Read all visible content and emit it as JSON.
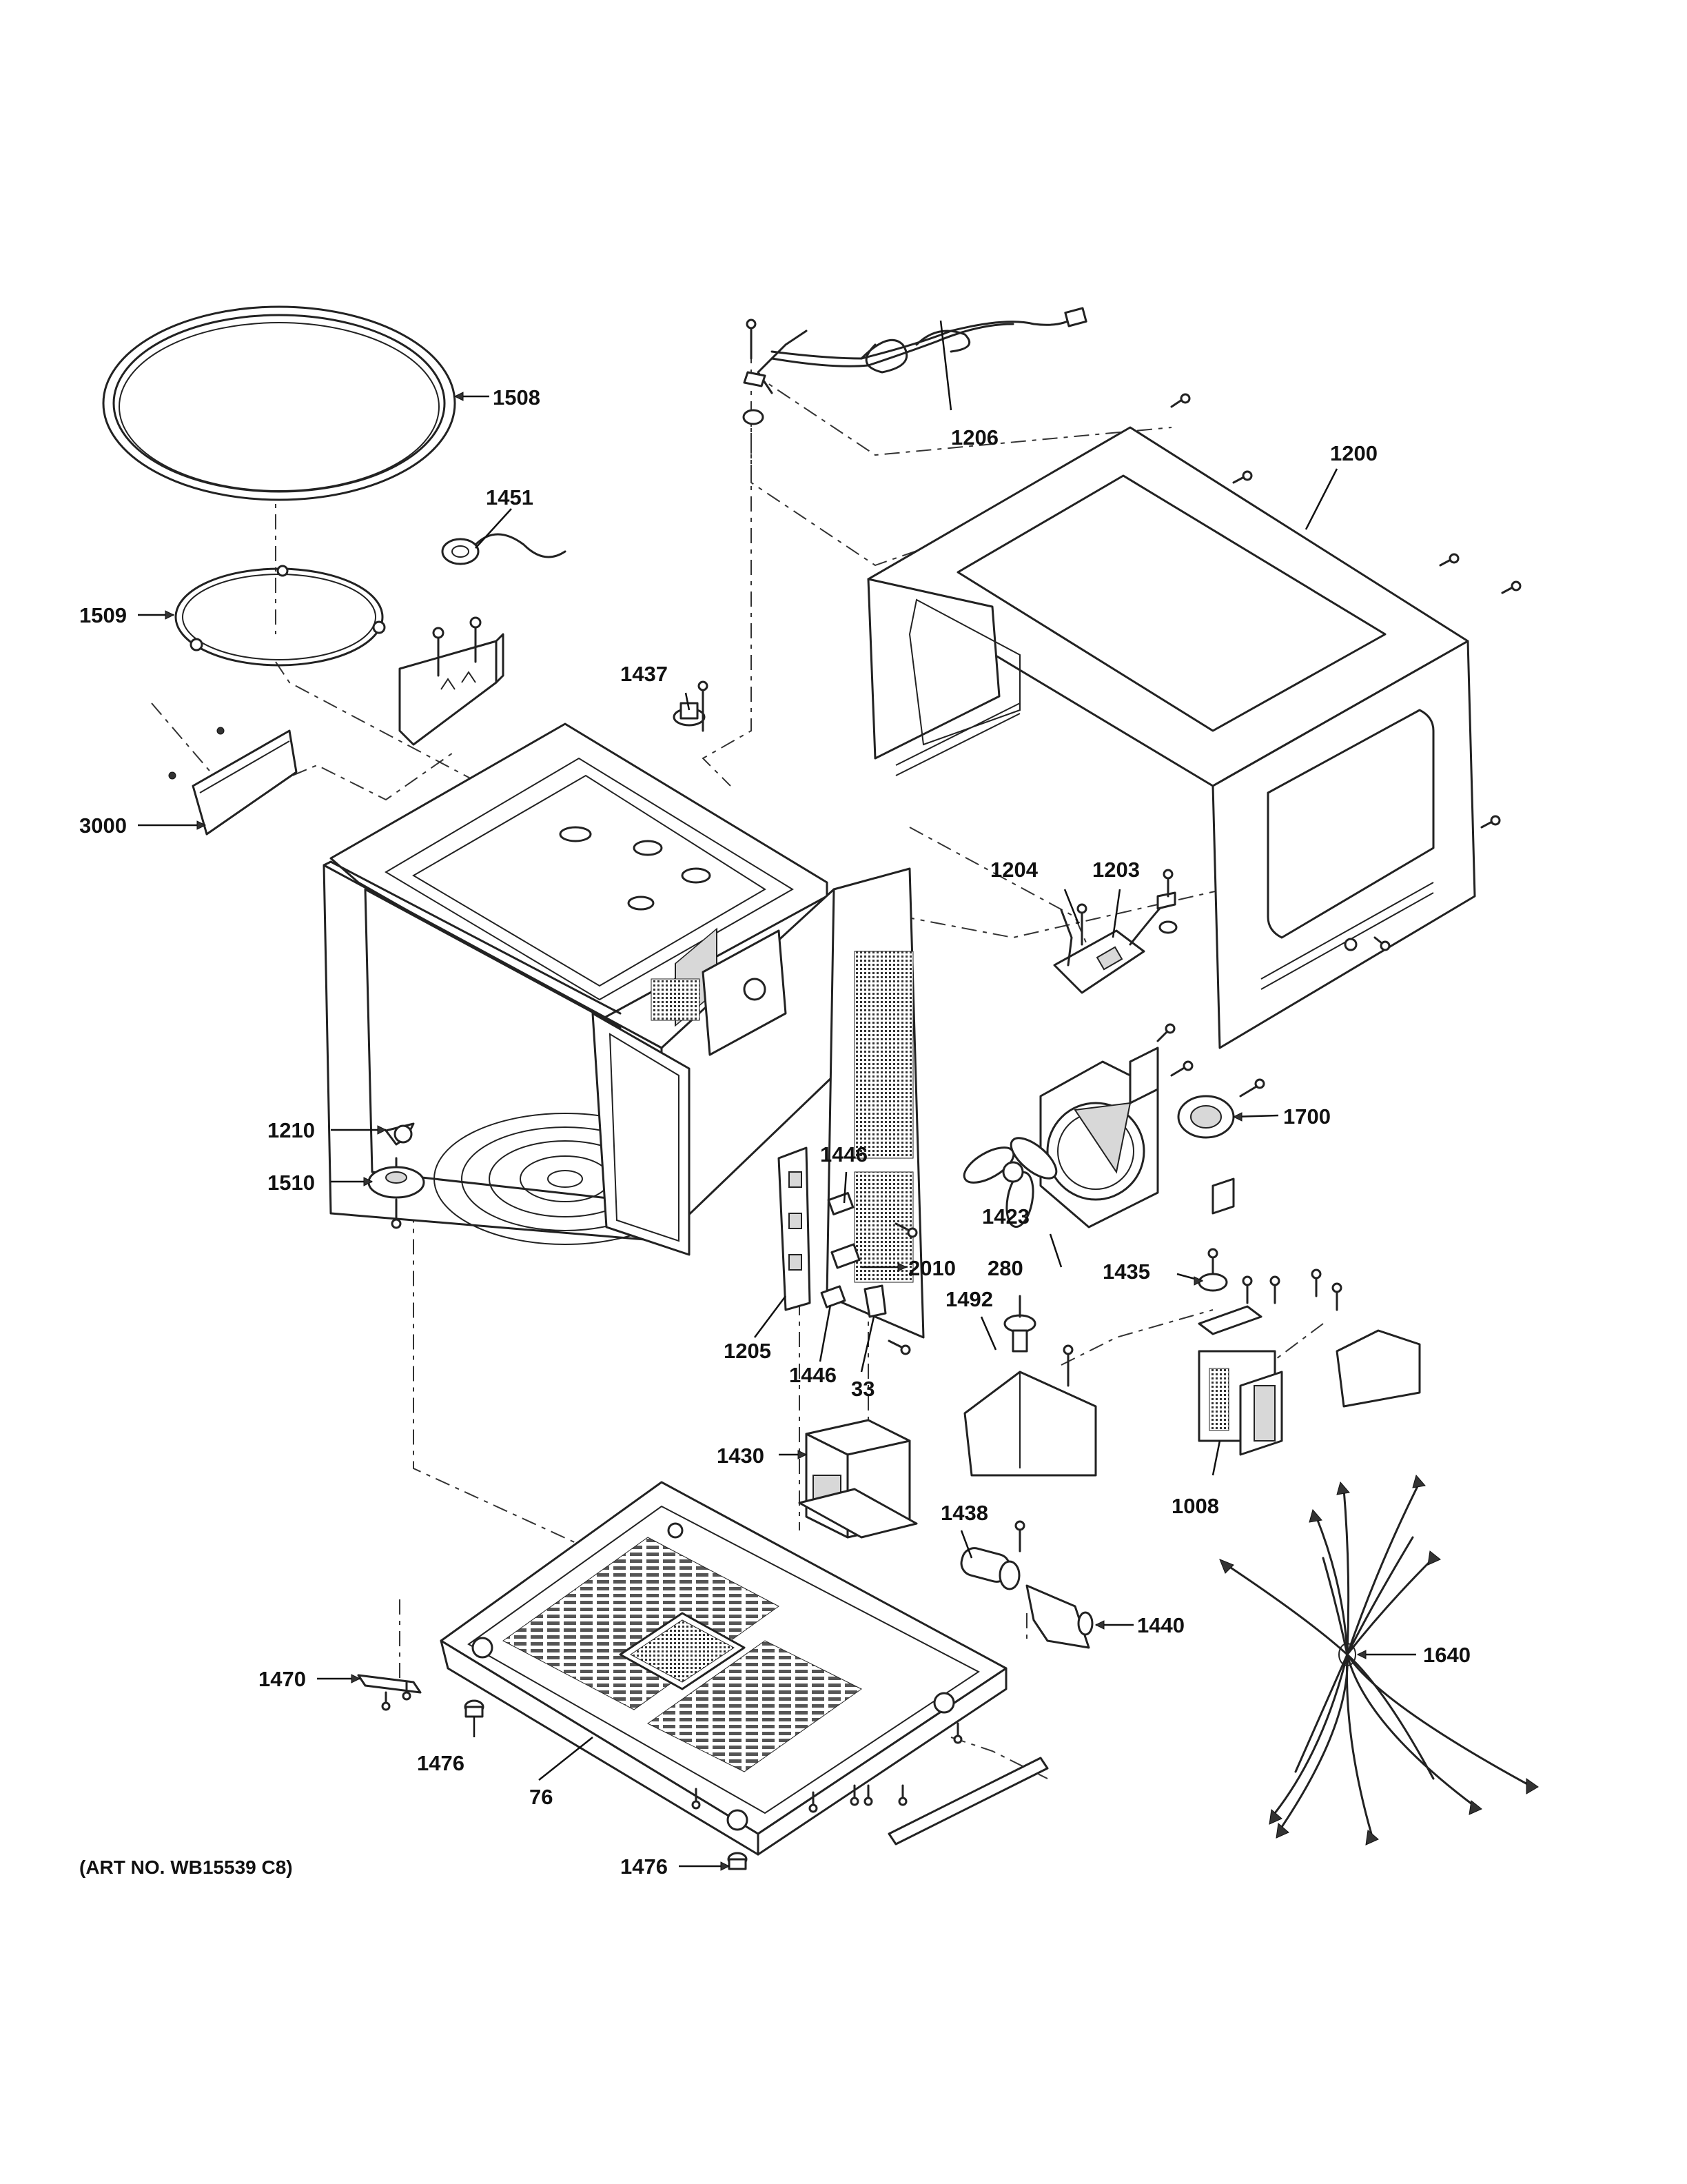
{
  "diagram": {
    "art_number": "(ART NO. WB15539 C8)",
    "parts": [
      {
        "id": "turntable_tray",
        "label": "1508"
      },
      {
        "id": "roller_ring",
        "label": "1509"
      },
      {
        "id": "thermal_sensor_1451",
        "label": "1451"
      },
      {
        "id": "waveguide_cover",
        "label": "3000"
      },
      {
        "id": "thermal_cutout_1437",
        "label": "1437"
      },
      {
        "id": "power_cord",
        "label": "1206"
      },
      {
        "id": "outer_case",
        "label": "1200"
      },
      {
        "id": "bracket_1204",
        "label": "1204"
      },
      {
        "id": "noise_filter_board",
        "label": "1203"
      },
      {
        "id": "fan_housing",
        "label": "1423"
      },
      {
        "id": "fan_blade",
        "label": "1492"
      },
      {
        "id": "fan_motor",
        "label": "1700"
      },
      {
        "id": "coupler",
        "label": "1210"
      },
      {
        "id": "turntable_motor",
        "label": "1510"
      },
      {
        "id": "interlock_switch_upper",
        "label": "1446"
      },
      {
        "id": "switch_2010",
        "label": "2010"
      },
      {
        "id": "latch_board",
        "label": "1205"
      },
      {
        "id": "interlock_switch_lower",
        "label": "1446"
      },
      {
        "id": "lever",
        "label": "33"
      },
      {
        "id": "diode",
        "label": "280"
      },
      {
        "id": "thermal_cutout_1435",
        "label": "1435"
      },
      {
        "id": "magnetron",
        "label": "1008"
      },
      {
        "id": "transformer",
        "label": "1430"
      },
      {
        "id": "capacitor",
        "label": "1438"
      },
      {
        "id": "capacitor_bracket",
        "label": "1440"
      },
      {
        "id": "wire_harness",
        "label": "1640"
      },
      {
        "id": "bracket_1470",
        "label": "1470"
      },
      {
        "id": "foot_front",
        "label": "1476"
      },
      {
        "id": "base_plate",
        "label": "76"
      },
      {
        "id": "foot_rear",
        "label": "1476"
      }
    ]
  }
}
